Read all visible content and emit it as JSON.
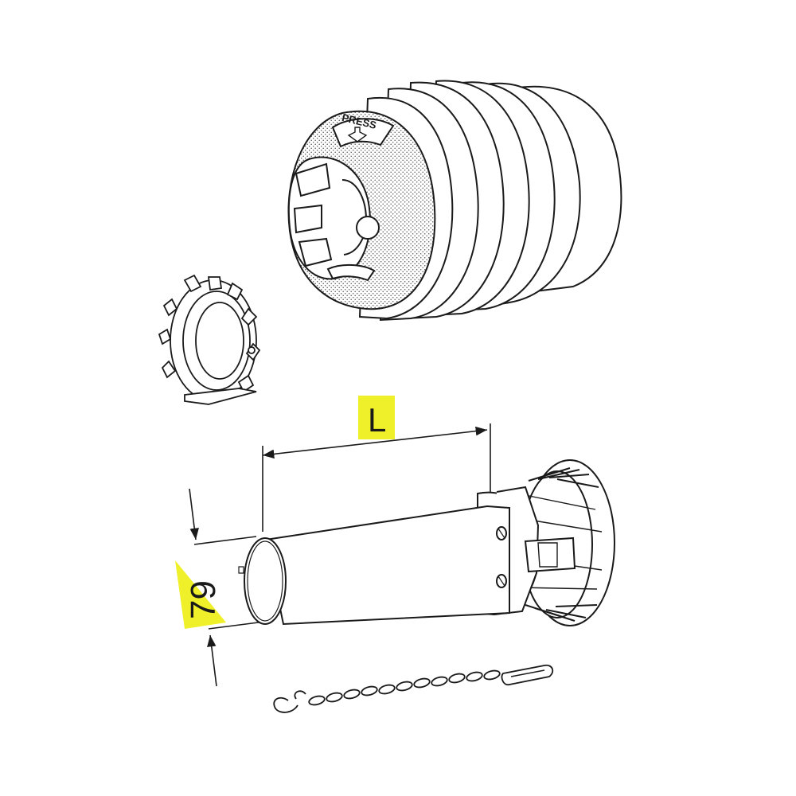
{
  "diagram": {
    "labels": {
      "length": "L",
      "diameter": "79",
      "press": "PRESS"
    },
    "colors": {
      "highlight": "#f0f02a",
      "ink": "#1a1a1a",
      "stipple": "#555555"
    },
    "parts": [
      "bellows-cover",
      "locking-ring",
      "tube-with-flange",
      "chain"
    ]
  }
}
